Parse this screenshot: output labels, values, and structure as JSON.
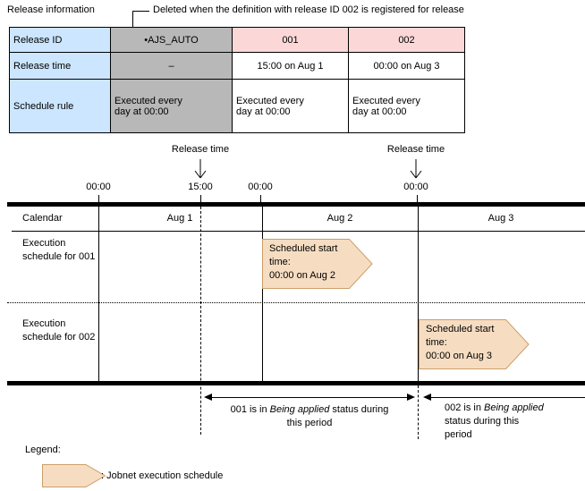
{
  "header": {
    "title": "Release information",
    "deleted_note": "Deleted when the definition with release ID 002 is registered for release"
  },
  "release_table": {
    "rows": [
      {
        "header": "Release ID",
        "cells": [
          "AJS_AUTO",
          "001",
          "002"
        ]
      },
      {
        "header": "Release time",
        "cells": [
          "–",
          "15:00 on Aug 1",
          "00:00 on Aug 3"
        ]
      },
      {
        "header": "Schedule rule",
        "cells": [
          "Executed every day at 00:00",
          "Executed every day at 00:00",
          "Executed every day at 00:00"
        ]
      }
    ]
  },
  "timeline": {
    "release_time_label": "Release time",
    "time_labels": [
      "00:00",
      "15:00",
      "00:00",
      "00:00"
    ],
    "calendar_label": "Calendar",
    "day_labels": [
      "Aug 1",
      "Aug 2",
      "Aug 3"
    ],
    "rows": [
      {
        "label": "Execution schedule for 001",
        "arrow_line1": "Scheduled start time:",
        "arrow_line2": "00:00 on Aug 2"
      },
      {
        "label": "Execution schedule for 002",
        "arrow_line1": "Scheduled start time:",
        "arrow_line2": "00:00 on Aug 3"
      }
    ]
  },
  "periods": {
    "p001": {
      "prefix": "001 is in ",
      "status": "Being applied",
      "suffix": " status during this period"
    },
    "p002": {
      "prefix": "002 is in ",
      "status": "Being applied",
      "suffix": " status during this period"
    }
  },
  "legend": {
    "title": "Legend:",
    "item_label": ": Jobnet execution schedule"
  },
  "colors": {
    "row_header_blue": "#cce6ff",
    "ajs_auto_gray": "#b8b8b8",
    "release_id_pink": "#fcd7d7",
    "schedule_arrow_fill": "#f6ddc2",
    "schedule_arrow_border": "#cc9e69"
  }
}
